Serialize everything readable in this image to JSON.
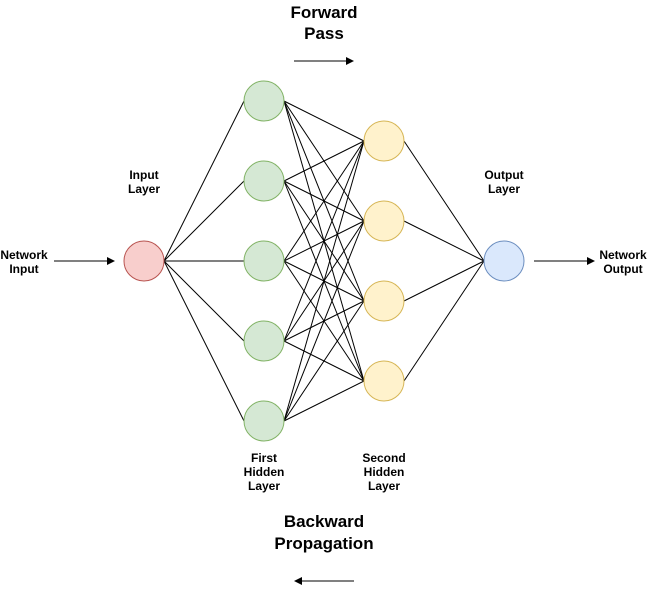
{
  "titles": {
    "forward_line1": "Forward",
    "forward_line2": "Pass",
    "backward_line1": "Backward",
    "backward_line2": "Propagation"
  },
  "labels": {
    "network_input_1": "Network",
    "network_input_2": "Input",
    "network_output_1": "Network",
    "network_output_2": "Output",
    "input_layer_1": "Input",
    "input_layer_2": "Layer",
    "output_layer_1": "Output",
    "output_layer_2": "Layer",
    "first_hidden_1": "First",
    "first_hidden_2": "Hidden",
    "first_hidden_3": "Layer",
    "second_hidden_1": "Second",
    "second_hidden_2": "Hidden",
    "second_hidden_3": "Layer"
  },
  "layers": [
    {
      "name": "input",
      "nodes": 1,
      "fill": "#f8cecc",
      "stroke": "#b85450"
    },
    {
      "name": "first-hidden",
      "nodes": 5,
      "fill": "#d5e8d4",
      "stroke": "#82b366"
    },
    {
      "name": "second-hidden",
      "nodes": 4,
      "fill": "#fff2cc",
      "stroke": "#d6b656"
    },
    {
      "name": "output",
      "nodes": 1,
      "fill": "#dae8fc",
      "stroke": "#6c8ebf"
    }
  ]
}
